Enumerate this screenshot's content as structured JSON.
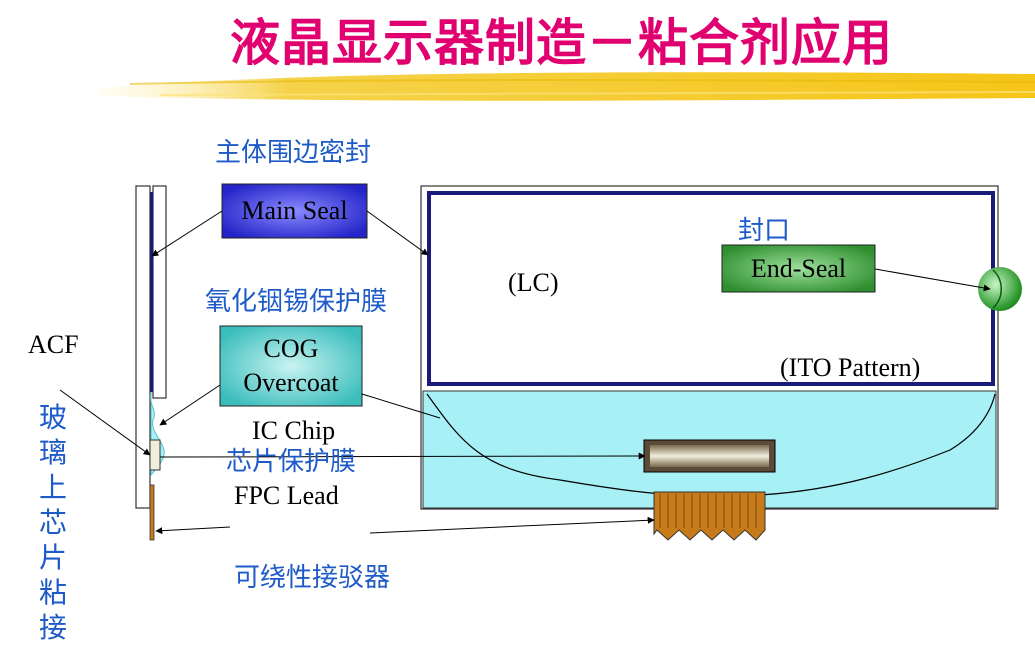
{
  "title": "液晶显示器制造－粘合剂应用",
  "colors": {
    "title": "#e0006f",
    "chinese_label": "#1e5bc8",
    "main_seal": "#3a3ad6",
    "cog_overcoat": "#5fd0cf",
    "end_seal": "#3fa33f",
    "fpc_lead": "#c77a1a",
    "panel_border": "#1a1a7a",
    "overcoat_region": "#a6f0f6",
    "highlight_stroke": "#f5c518"
  },
  "labels": {
    "main_seal_cn": "主体围边密封",
    "ito_cn": "氧化铟锡保护膜",
    "end_seal_cn": "封口",
    "chip_cn": "芯片保护膜",
    "flex_cn": "可绕性接驳器",
    "cog_vertical": "玻璃上芯片粘接",
    "acf": "ACF",
    "lc": "(LC)",
    "ito_pattern": "(ITO Pattern)",
    "ic_chip": "IC Chip",
    "fpc_lead": "FPC Lead"
  },
  "boxes": {
    "main_seal": "Main Seal",
    "cog_line1": "COG",
    "cog_line2": "Overcoat",
    "end_seal": "End-Seal"
  }
}
